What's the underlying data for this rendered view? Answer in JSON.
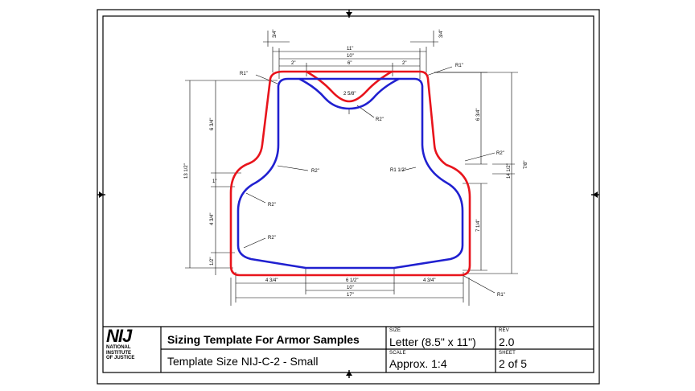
{
  "logo": {
    "text": "NIJ",
    "line1": "NATIONAL",
    "line2": "INSTITUTE",
    "line3": "OF JUSTICE"
  },
  "title_block": {
    "title": "Sizing Template For Armor Samples",
    "subtitle": "Template Size NIJ-C-2 - Small",
    "size_label": "SIZE",
    "size_value": "Letter (8.5\" x 11\")",
    "scale_label": "SCALE",
    "scale_value": "Approx. 1:4",
    "rev_label": "REV",
    "rev_value": "2.0",
    "sheet_label": "SHEET",
    "sheet_value": "2 of 5"
  },
  "dims": {
    "top_34_left": "3/4\"",
    "top_34_right": "3/4\"",
    "w11": "11\"",
    "w10": "10\"",
    "w6": "6\"",
    "w2_left": "2\"",
    "w2_right": "2\"",
    "neck_depth": "2 5/8\"",
    "r1_top_left": "R1\"",
    "r1_top_right": "R1\"",
    "r2_neck": "R2\"",
    "h6_34_left": "6 3/4\"",
    "h13_12": "13 1/2\"",
    "h1": "1\"",
    "h4_34": "4 3/4\"",
    "h_12": "1/2\"",
    "r2_shoulder_left": "R2\"",
    "r2_mid_left": "R2\"",
    "r2_low_left": "R2\"",
    "h6_34_right": "6 3/4\"",
    "r1_12": "R1 1/2\"",
    "r2_right": "R2\"",
    "h14_12": "14 1/2\"",
    "h_78": "7/8\"",
    "h7_14": "7 1/4\"",
    "b4_34_left": "4 3/4\"",
    "b6_12": "6 1/2\"",
    "b10": "10\"",
    "b4_34_right": "4 3/4\"",
    "b17": "17\"",
    "r1_bottom": "R1\""
  },
  "colors": {
    "outer_outline": "#e8141c",
    "inner_outline": "#2020d0",
    "line": "#000000"
  }
}
